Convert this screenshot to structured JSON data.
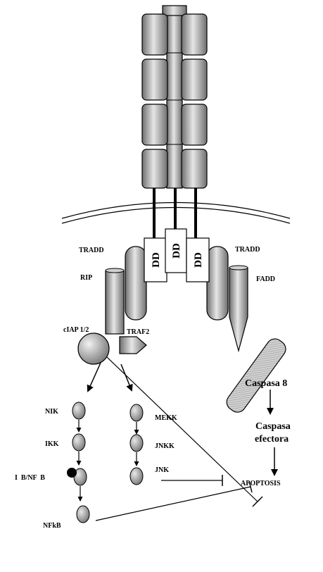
{
  "labels": {
    "tradd_left": "TRADD",
    "tradd_right": "TRADD",
    "rip": "RIP",
    "fadd": "FADD",
    "ciap": "cIAP 1/2",
    "traf2": "TRAF2",
    "dd": "DD",
    "caspasa8": "Caspasa 8",
    "caspasa_line1": "Caspasa",
    "caspasa_line2": "efectora",
    "nik": "NIK",
    "ikk": "IKK",
    "ikb": "I  B/NF  B",
    "nfkb": "NFkB",
    "mekk": "MEKK",
    "jnkk": "JNKK",
    "jnk": "JNK",
    "apoptosis": "APOPTOSIS"
  },
  "colors": {
    "gray_light": "#e6e6e6",
    "gray_mid": "#b4b4b4",
    "gray_dark": "#6e6e6e",
    "stroke": "#000000"
  }
}
